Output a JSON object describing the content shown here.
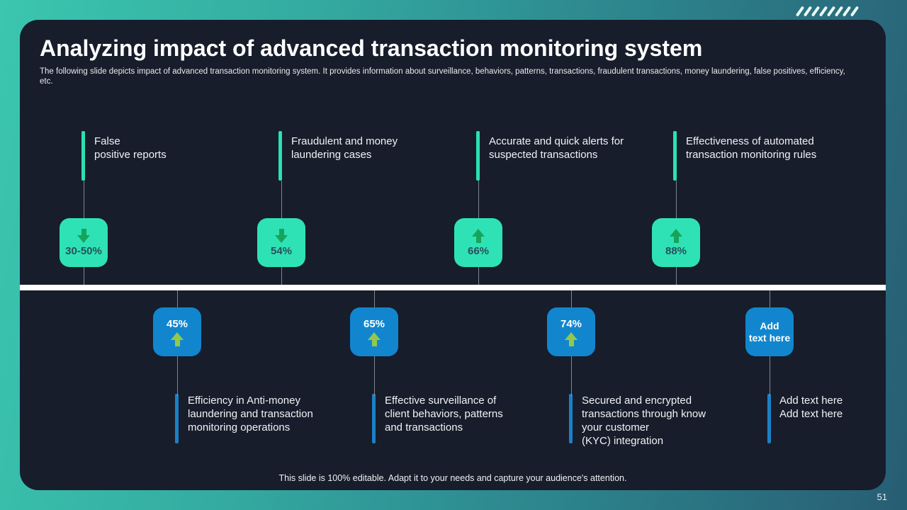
{
  "slide": {
    "title": "Analyzing impact of advanced transaction monitoring system",
    "subtitle": "The following slide depicts impact of advanced transaction monitoring system. It provides information about surveillance, behaviors, patterns, transactions, fraudulent transactions, money laundering, false positives, efficiency, etc.",
    "footer": "This slide is 100% editable. Adapt it to your needs and capture your audience's attention.",
    "page_number": "51"
  },
  "colors": {
    "teal_accent": "#2be0b4",
    "blue_accent": "#1186ce",
    "arrow_dark_green": "#16a45c",
    "arrow_light_green": "#93c84a",
    "slide_background": "#171d2b",
    "divider": "#ffffff"
  },
  "icons": {
    "slashes": "diagonal-slash-marks",
    "arrow_up": "increase-arrow",
    "arrow_down": "decrease-arrow"
  },
  "top_row": {
    "items": [
      {
        "label": "False\npositive reports",
        "value": "30-50%",
        "direction": "down"
      },
      {
        "label": "Fraudulent and money\nlaundering cases",
        "value": "54%",
        "direction": "down"
      },
      {
        "label": "Accurate and quick alerts for\nsuspected transactions",
        "value": "66%",
        "direction": "up"
      },
      {
        "label": "Effectiveness of automated\ntransaction monitoring rules",
        "value": "88%",
        "direction": "up"
      }
    ]
  },
  "bottom_row": {
    "items": [
      {
        "value": "45%",
        "direction": "up",
        "label": "Efficiency in Anti-money\nlaundering and transaction\nmonitoring operations"
      },
      {
        "value": "65%",
        "direction": "up",
        "label": "Effective surveillance of\nclient behaviors, patterns\nand transactions"
      },
      {
        "value": "74%",
        "direction": "up",
        "label": "Secured and encrypted\ntransactions through know\nyour customer\n(KYC) integration"
      },
      {
        "value": "Add\ntext here",
        "direction": "none",
        "label": "Add text here\nAdd text here"
      }
    ]
  }
}
